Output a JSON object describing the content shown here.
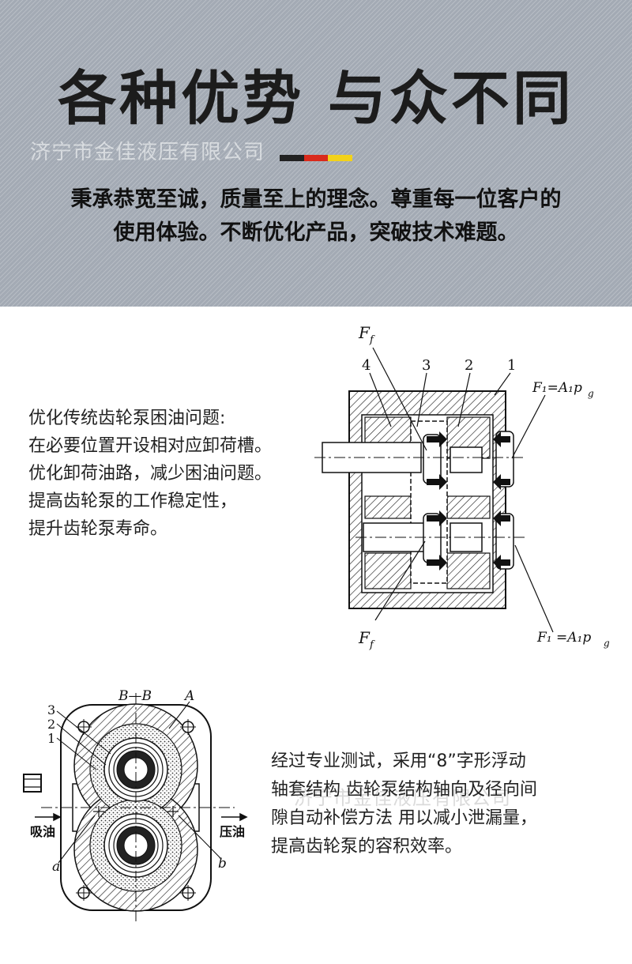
{
  "banner": {
    "headline": "各种优势 与众不同",
    "watermark": "济宁市金佳液压有限公司",
    "flag_colors": [
      "#222222",
      "#d92a1c",
      "#f2d21a"
    ],
    "tagline_lines": [
      "秉承恭宽至诚，质量至上的理念。尊重每一位客户的",
      "使用体验。不断优化产品，突破技术难题。"
    ]
  },
  "section1": {
    "lines": [
      "优化传统齿轮泵困油问题:",
      "在必要位置开设相对应卸荷槽。",
      "优化卸荷油路，减少困油问题。",
      "提高齿轮泵的工作稳定性，",
      "提升齿轮泵寿命。"
    ],
    "diagram_labels": {
      "ff_top": "F",
      "ff_sub": "f",
      "n4": "4",
      "n3": "3",
      "n2": "2",
      "n1": "1",
      "f1_top": "F₁=A₁p",
      "f1_top_sub": "g",
      "ff_bottom": "F",
      "ff_bottom_sub": "f",
      "f1_bottom": "F₁ =A₁p",
      "f1_bottom_sub": "g"
    }
  },
  "section2": {
    "lines": [
      "经过专业测试，采用“8”字形浮动",
      "轴套结构 齿轮泵结构轴向及径向间",
      "隙自动补偿方法 用以减小泄漏量，",
      "提高齿轮泵的容积效率。"
    ],
    "watermark": "济宁市金佳液压有限公司",
    "diagram_labels": {
      "section": "B—B",
      "a_top": "A",
      "n3": "3",
      "n2": "2",
      "n1": "1",
      "inlet": "吸油",
      "outlet": "压油",
      "a": "a",
      "b": "b"
    }
  }
}
